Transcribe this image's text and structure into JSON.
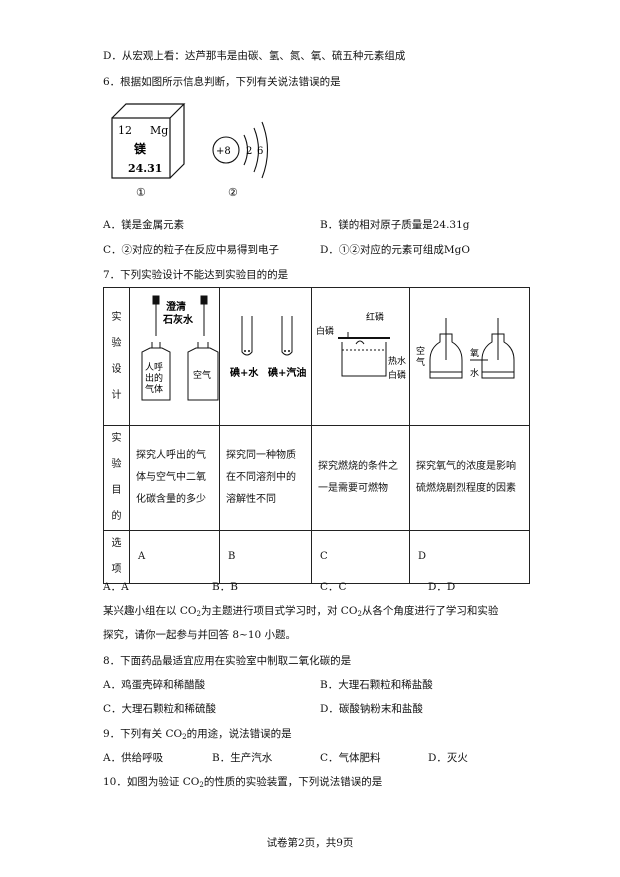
{
  "q5": {
    "option_d": "D．从宏观上看：达芦那韦是由碳、氢、氮、氧、硫五种元素组成"
  },
  "q6": {
    "stem": "6．根据如图所示信息判断，下列有关说法错误的是",
    "cell": {
      "number": "12",
      "symbol": "Mg",
      "name": "镁",
      "mass": "24.31",
      "label": "①"
    },
    "ion": {
      "nucleus": "+8",
      "shell1": "2",
      "shell2": "6",
      "label": "②"
    },
    "options": [
      "A．镁是金属元素",
      "B．镁的相对原子质量是24.31g",
      "C．②对应的粒子在反应中易得到电子",
      "D．①②对应的元素可组成MgO"
    ]
  },
  "q7": {
    "stem": "7．下列实验设计不能达到实验目的的是",
    "row_headers": [
      [
        "实",
        "验",
        "设",
        "计"
      ],
      [
        "实",
        "验",
        "目",
        "的"
      ],
      [
        "选",
        "项"
      ]
    ],
    "purposes": [
      "探究人呼出的气体与空气中二氧化碳含量的多少",
      "探究同一种物质在不同溶剂中的溶解性不同",
      "探究燃烧的条件之一是需要可燃物",
      "探究氧气的浓度是影响硫燃烧剧烈程度的因素"
    ],
    "choices": [
      "A",
      "B",
      "C",
      "D"
    ],
    "answer_options": [
      "A．A",
      "B．B",
      "C．C",
      "D．D"
    ],
    "fig_a": {
      "reagent_1": "澄清",
      "reagent_2": "石灰水",
      "bottle1": [
        "人呼",
        "出的",
        "气体"
      ],
      "bottle2": "空气"
    },
    "fig_b": {
      "tube1": "碘+水",
      "tube2": "碘+汽油"
    },
    "fig_c": {
      "red_p": "红磷",
      "white_p": "白磷",
      "hot_water": "热水",
      "white_p2": "白磷"
    },
    "fig_d": {
      "air": [
        "空",
        "气"
      ],
      "oxygen": "氧",
      "water": "水"
    }
  },
  "intro": {
    "line1_a": "某兴趣小组在以 CO",
    "line1_b": "为主题进行项目式学习时，对 CO",
    "line1_c": "从各个角度进行了学习和实验",
    "sub2": "2",
    "line2": "探究，请你一起参与并回答 8~10 小题。"
  },
  "q8": {
    "stem": "8．下面药品最适宜应用在实验室中制取二氧化碳的是",
    "options": [
      "A．鸡蛋壳碎和稀醋酸",
      "B．大理石颗粒和稀盐酸",
      "C．大理石颗粒和稀硫酸",
      "D．碳酸钠粉末和盐酸"
    ]
  },
  "q9": {
    "stem_a": "9．下列有关 CO",
    "stem_b": "的用途，说法错误的是",
    "options": [
      "A．供给呼吸",
      "B．生产汽水",
      "C．气体肥料",
      "D．灭火"
    ]
  },
  "q10": {
    "stem_a": "10．如图为验证 CO",
    "stem_b": "的性质的实验装置，下列说法错误的是"
  },
  "footer": "试卷第2页，共9页"
}
